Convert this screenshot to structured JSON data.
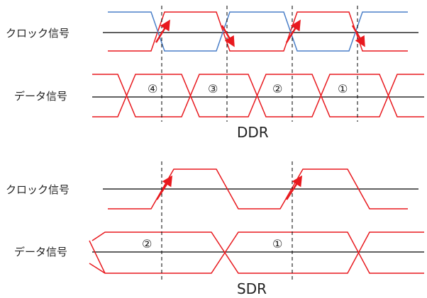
{
  "labels": {
    "clock_signal": "クロック信号",
    "data_signal": "データ信号"
  },
  "sections": {
    "ddr": {
      "title": "DDR",
      "data_numbers": [
        "④",
        "③",
        "②",
        "①"
      ]
    },
    "sdr": {
      "title": "SDR",
      "data_numbers": [
        "②",
        "①"
      ]
    }
  },
  "colors": {
    "signal_red": "#e8191e",
    "clock_blue": "#4a7fc8",
    "baseline": "#000000",
    "arrow_red": "#e8191e",
    "dashed": "#000000"
  }
}
